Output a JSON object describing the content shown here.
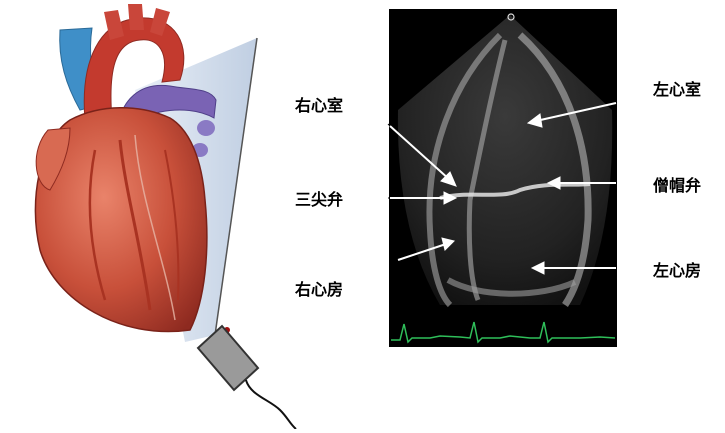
{
  "diagram": {
    "labels": {
      "right_ventricle": "右心室",
      "tricuspid_valve": "三尖弁",
      "right_atrium": "右心房",
      "left_ventricle": "左心室",
      "mitral_valve": "僧帽弁",
      "left_atrium": "左心房"
    },
    "echo_view": {
      "display_background": "#000000",
      "ecg_trace_color": "#2fbf5a"
    },
    "colors": {
      "heart_muscle": "#c8503a",
      "aorta": "#c33a2e",
      "pulmonary_artery": "#4f6fb0",
      "vena_cava": "#3f8fc8",
      "probe_body": "#9a9a9a",
      "scan_plane": "#c9d6e8"
    }
  }
}
